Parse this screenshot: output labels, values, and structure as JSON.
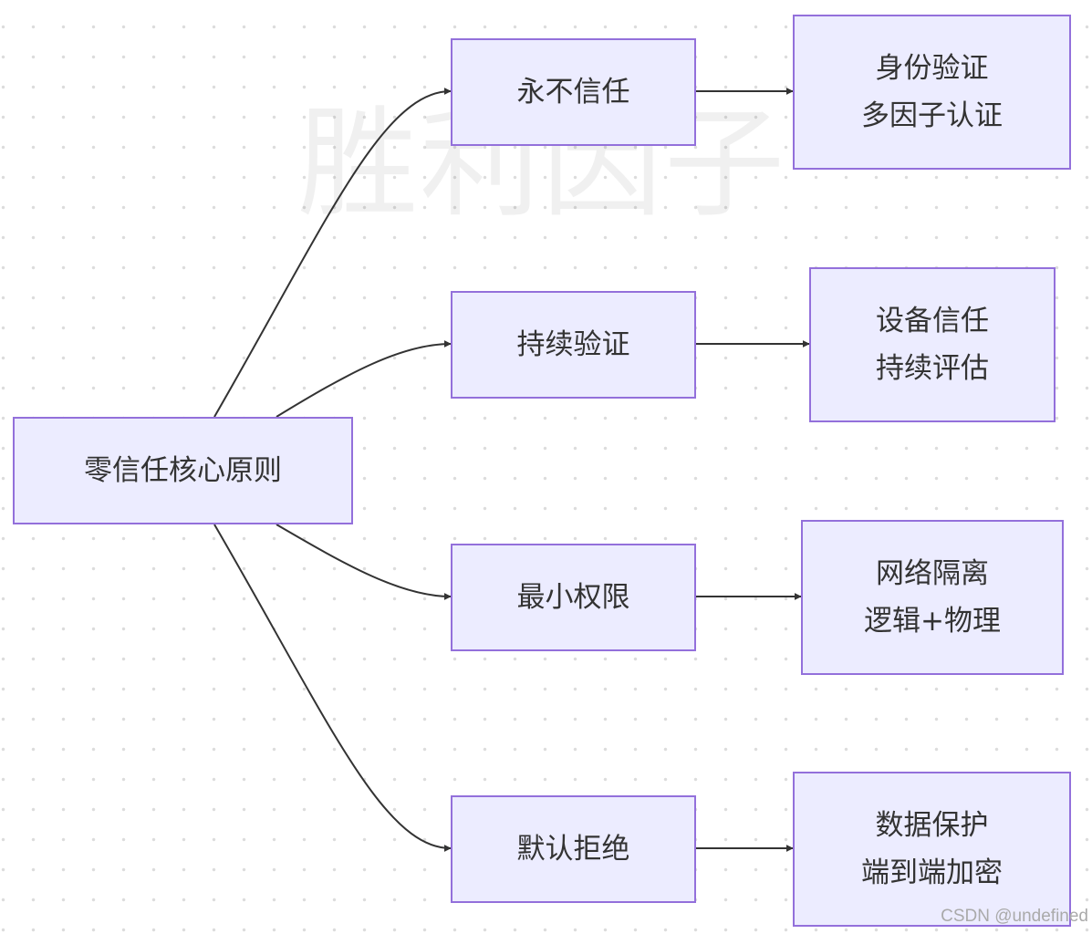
{
  "watermark": "胜利因子",
  "credit": "CSDN @undefined",
  "colors": {
    "node_fill": "#ECECFF",
    "node_border": "#9370DB",
    "edge": "#333333",
    "text": "#333333"
  },
  "diagram": {
    "root": {
      "label": "零信任核心原则"
    },
    "principles": [
      {
        "label": "永不信任",
        "detail": [
          "身份验证",
          "多因子认证"
        ]
      },
      {
        "label": "持续验证",
        "detail": [
          "设备信任",
          "持续评估"
        ]
      },
      {
        "label": "最小权限",
        "detail": [
          "网络隔离",
          "逻辑+物理"
        ]
      },
      {
        "label": "默认拒绝",
        "detail": [
          "数据保护",
          "端到端加密"
        ]
      }
    ]
  }
}
